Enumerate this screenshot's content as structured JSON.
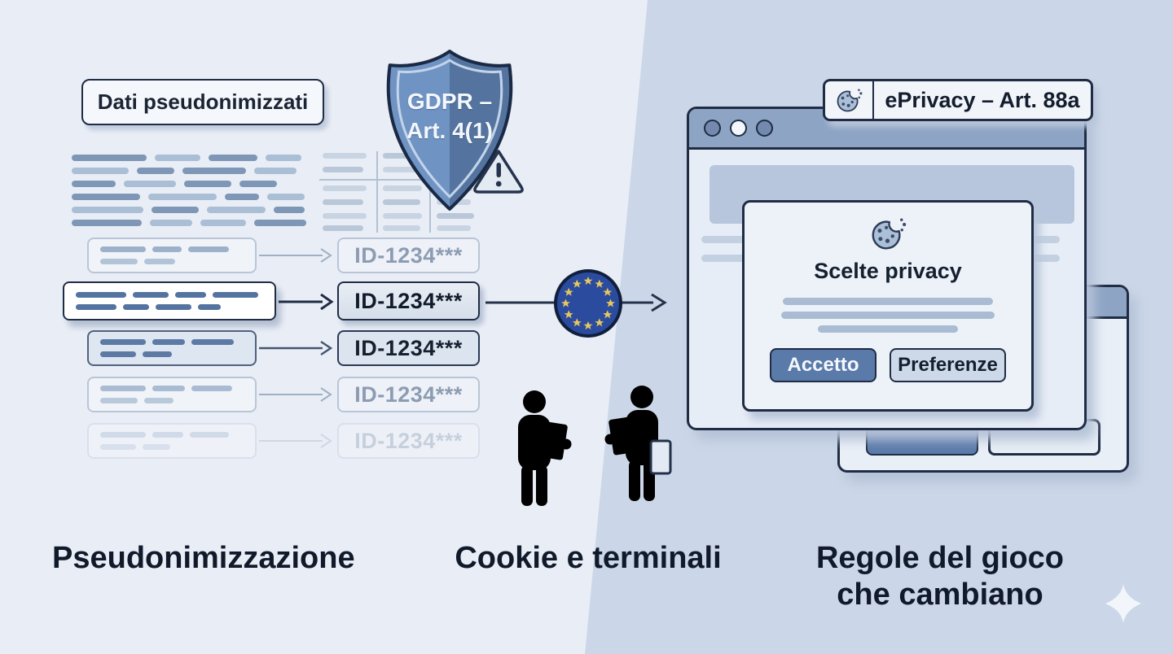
{
  "left": {
    "header_label": "Dati pseudonimizzati",
    "shield": {
      "line1": "GDPR –",
      "line2": "Art. 4(1)"
    },
    "rows": [
      {
        "id_text": "ID-1234***",
        "emphasis": "light"
      },
      {
        "id_text": "ID-1234***",
        "emphasis": "strong"
      },
      {
        "id_text": "ID-1234***",
        "emphasis": "medium"
      },
      {
        "id_text": "ID-1234***",
        "emphasis": "light"
      },
      {
        "id_text": "ID-1234***",
        "emphasis": "faint"
      }
    ],
    "caption": "Pseudonimizzazione"
  },
  "middle": {
    "caption": "Cookie e terminali"
  },
  "right": {
    "badge_label": "ePrivacy – Art. 88a",
    "dialog": {
      "title": "Scelte privacy",
      "accept_label": "Accetto",
      "preferences_label": "Preferenze"
    },
    "caption_line1": "Regole del gioco",
    "caption_line2": "che cambiano"
  },
  "colors": {
    "bg_left": "#e9eef6",
    "bg_right": "#cbd7e8",
    "ink": "#1f2c44",
    "eu_flag_blue": "#2b4c9e",
    "star_gold": "#e6c75f",
    "shield_light": "#6f93c3",
    "shield_dark": "#54749f",
    "accept_button_blue": "#5a7aa9"
  }
}
